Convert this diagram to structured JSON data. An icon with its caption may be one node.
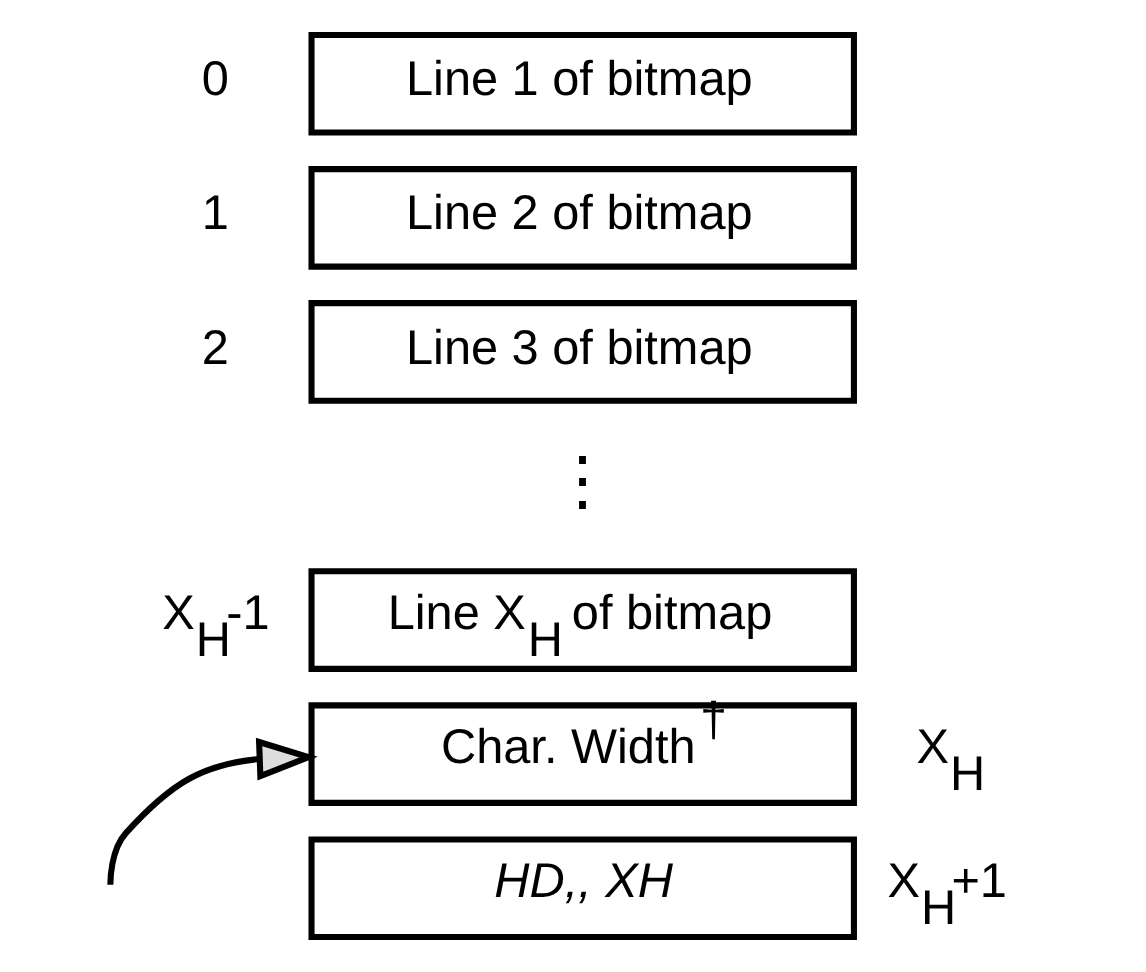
{
  "diagram": {
    "nodes": [
      {
        "text": [
          "Line 1 of bitmap"
        ],
        "beside": [
          "0"
        ]
      },
      {
        "text": [
          "Line 2 of bitmap"
        ],
        "beside": [
          "1"
        ]
      },
      {
        "text": [
          "Line 3 of bitmap"
        ],
        "beside": [
          "2"
        ]
      },
      {
        "text": [
          "Line X$_{H}$ of bitmap"
        ],
        "beside": [
          "X$_{H}$-1"
        ]
      },
      {
        "text": [
          "Char. Width$^{†}$"
        ],
        "beside": [
          "X$_{H}$"
        ]
      },
      {
        "text": [
          "HD,, XH"
        ],
        "beside": [
          "X$_{H}$+1"
        ]
      }
    ],
    "edges": [
      {
        "from": null,
        "to": 4,
        "arrow": "to"
      }
    ],
    "labels": [
      "⋮"
    ]
  }
}
